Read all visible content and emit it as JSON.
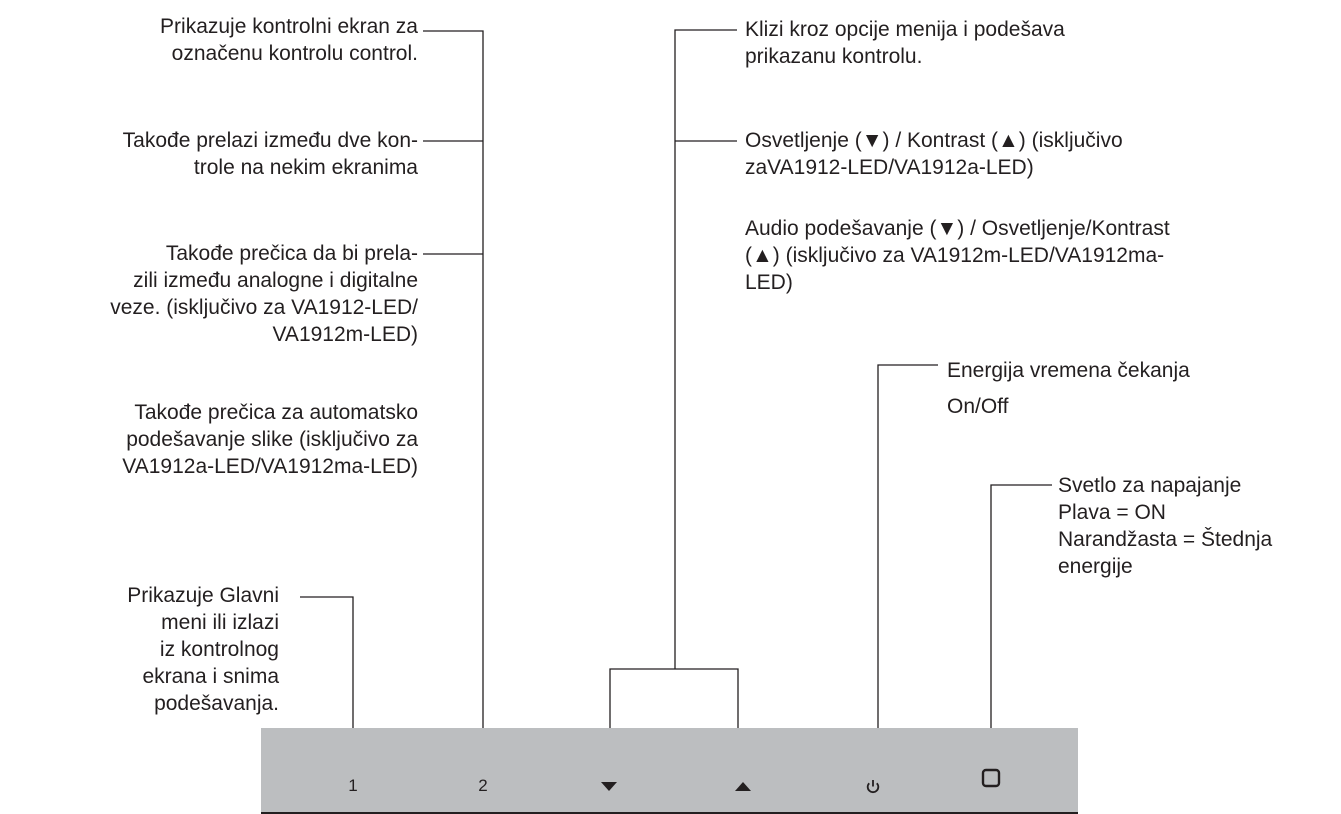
{
  "colors": {
    "panel": "#bcbec0",
    "line": "#231f20",
    "text": "#231f20"
  },
  "annotations": {
    "menu_display": "Prikazuje kontrolni ekran za\noznačenu kontrolu  control.",
    "toggle_controls": "Takođe prelazi između dve kon-\ntrole na nekim ekranima",
    "input_shortcut": "Takođe prečica da bi prela-\nzili između analogne i digitalne\nveze.  (isključivo za VA1912-LED/\nVA1912m-LED)",
    "auto_adjust": "Takođe prečica za automatsko\npodešavanje slike (isključivo za\nVA1912a-LED/VA1912ma-LED)",
    "main_menu": "Prikazuje Glavni\nmeni ili izlazi\niz kontrolnog\nekrana i snima\npodešavanja.",
    "scroll_options": "Klizi kroz opcije menija i podešava\nprikazanu kontrolu.",
    "brightness_contrast": "Osvetljenje (▼) / Kontrast (▲) (isključivo\nzaVA1912-LED/VA1912a-LED)",
    "audio_brightness": "Audio podešavanje (▼) / Osvetljenje/Kontrast\n(▲) (isključivo za VA1912m-LED/VA1912ma-\nLED)",
    "power_standby": "Energija vremena čekanja\nOn/Off",
    "power_light": "Svetlo za napajanje\nPlava = ON\nNarandžasta = Štednja\nenergije"
  },
  "buttons": [
    {
      "label": "1",
      "icon": ""
    },
    {
      "label": "2",
      "icon": ""
    },
    {
      "label": "",
      "icon": "triangle-down-icon"
    },
    {
      "label": "",
      "icon": "triangle-up-icon"
    },
    {
      "label": "",
      "icon": "power-icon"
    },
    {
      "label": "",
      "icon": "power-light-square-icon"
    }
  ]
}
